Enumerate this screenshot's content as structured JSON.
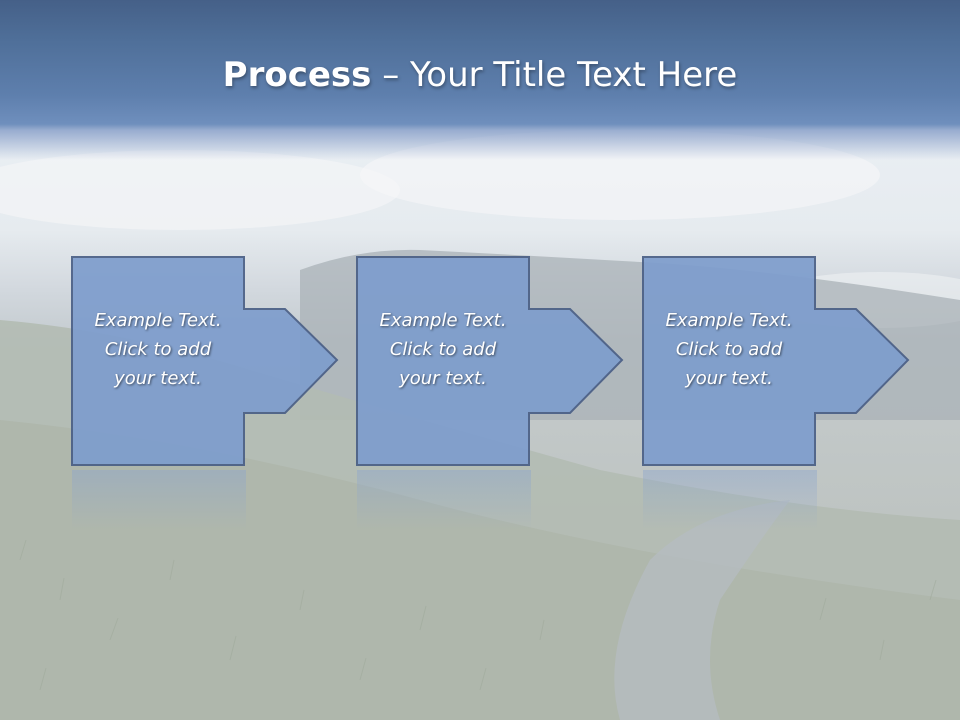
{
  "slide": {
    "title_bold": "Process",
    "title_dash": " – ",
    "title_rest": "Your Title Text Here"
  },
  "process": {
    "steps": [
      {
        "line1": "Example Text.",
        "line2": "Click  to add",
        "line3": "your text."
      },
      {
        "line1": "Example Text.",
        "line2": "Click  to add",
        "line3": "your text."
      },
      {
        "line1": "Example Text.",
        "line2": "Click  to add",
        "line3": "your text."
      }
    ]
  },
  "colors": {
    "shape_fill": "#7e9dcd",
    "shape_stroke": "#4a5f86",
    "title_bar": "#5a7aa8"
  }
}
